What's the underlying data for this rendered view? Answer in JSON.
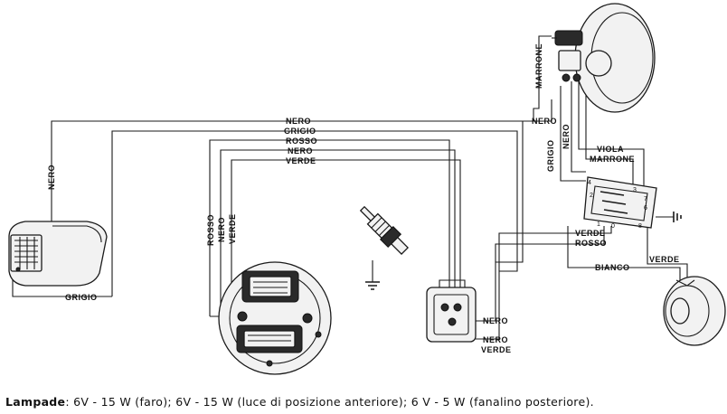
{
  "wires": {
    "top_nero": "NERO",
    "top_grigio": "GRIGIO",
    "top_rosso": "ROSSO",
    "top_nero2": "NERO",
    "top_verde": "VERDE",
    "left_nero": "NERO",
    "tail_grigio": "GRIGIO",
    "stator_rosso": "ROSSO",
    "stator_nero": "NERO",
    "stator_verde": "VERDE",
    "head_marrone": "MARRONE",
    "right_nero_h": "NERO",
    "right_nero_v": "NERO",
    "right_grigio_v": "GRIGIO",
    "switch_viola": "VIOLA",
    "switch_marrone": "MARRONE",
    "mid_verde": "VERDE",
    "mid_rosso": "ROSSO",
    "bianco": "BIANCO",
    "horn_verde": "VERDE",
    "coil_nero1": "NERO",
    "coil_nero2": "NERO",
    "coil_verde": "VERDE"
  },
  "switch_terminals": [
    "4",
    "2",
    "1",
    "0",
    "3",
    "7",
    "6",
    "8"
  ],
  "caption": {
    "heading": "Lampade",
    "text": ": 6V - 15 W (faro); 6V - 15 W (luce di posizione anteriore); 6 V - 5 W (fanalino posteriore)."
  }
}
